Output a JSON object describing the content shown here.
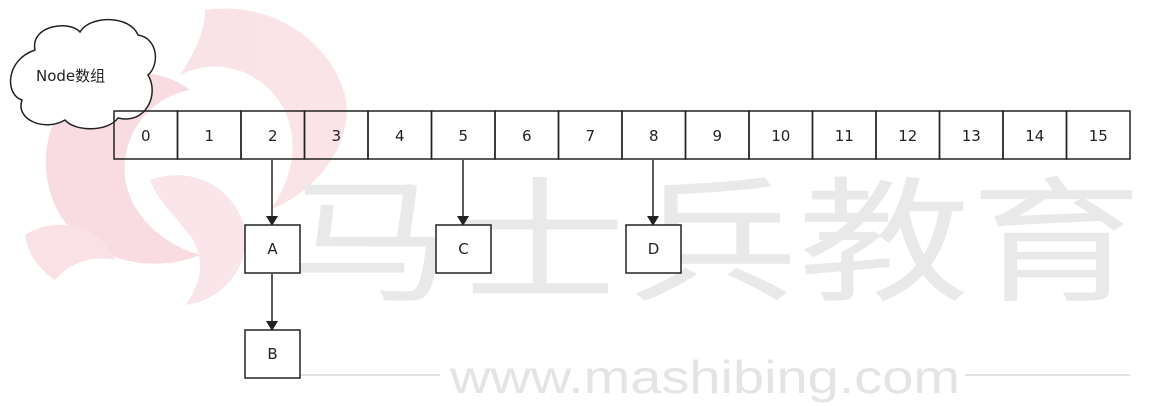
{
  "cloud_label": "Node数组",
  "array_indices": [
    "0",
    "1",
    "2",
    "3",
    "4",
    "5",
    "6",
    "7",
    "8",
    "9",
    "10",
    "11",
    "12",
    "13",
    "14",
    "15"
  ],
  "nodes": {
    "A": "A",
    "B": "B",
    "C": "C",
    "D": "D"
  },
  "watermark": {
    "chars": "马士兵教育",
    "url": "www.mashibing.com"
  },
  "colors": {
    "stroke": "#222222",
    "watermark_gray": "#e6e6e6",
    "logo_pink": "#f4c7cf"
  }
}
